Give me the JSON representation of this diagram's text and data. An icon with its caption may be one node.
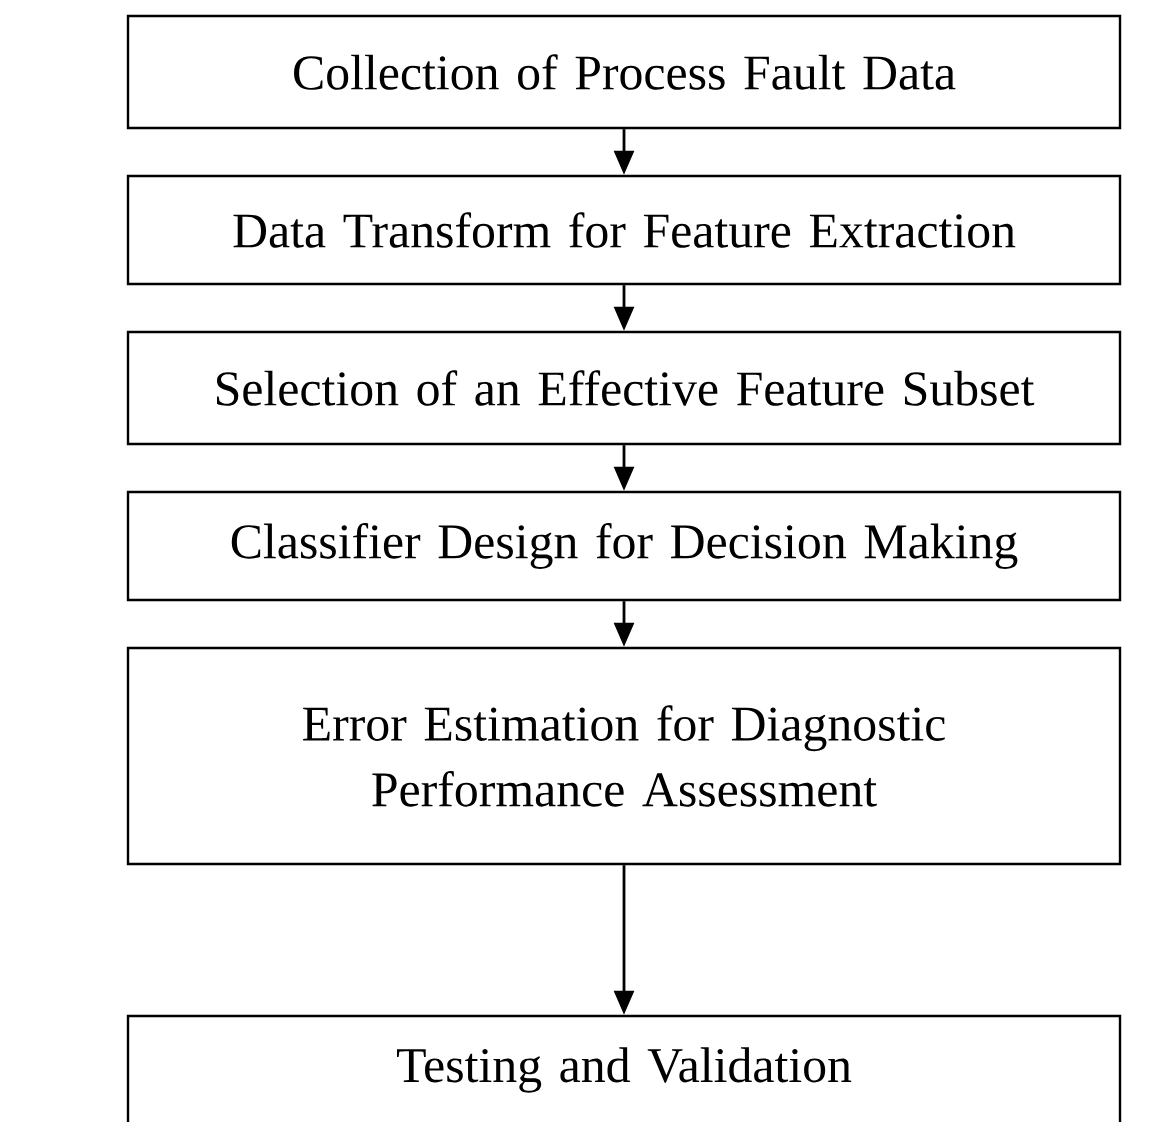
{
  "diagram": {
    "nodes": [
      {
        "text": [
          "Collection of Process Fault Data"
        ]
      },
      {
        "text": [
          "Data Transform for Feature Extraction"
        ]
      },
      {
        "text": [
          "Selection of an Effective Feature Subset"
        ]
      },
      {
        "text": [
          "Classifier Design for Decision Making"
        ]
      },
      {
        "text": [
          "Error Estimation for Diagnostic Performance Assessment"
        ]
      },
      {
        "text": [
          "Testing and Validation"
        ]
      }
    ],
    "edges": [
      {
        "from": 0,
        "to": 1,
        "arrow": "to"
      },
      {
        "from": 1,
        "to": 2,
        "arrow": "to"
      },
      {
        "from": 2,
        "to": 3,
        "arrow": "to"
      },
      {
        "from": 3,
        "to": 4,
        "arrow": "to"
      },
      {
        "from": 4,
        "to": 5,
        "arrow": "to"
      }
    ]
  }
}
